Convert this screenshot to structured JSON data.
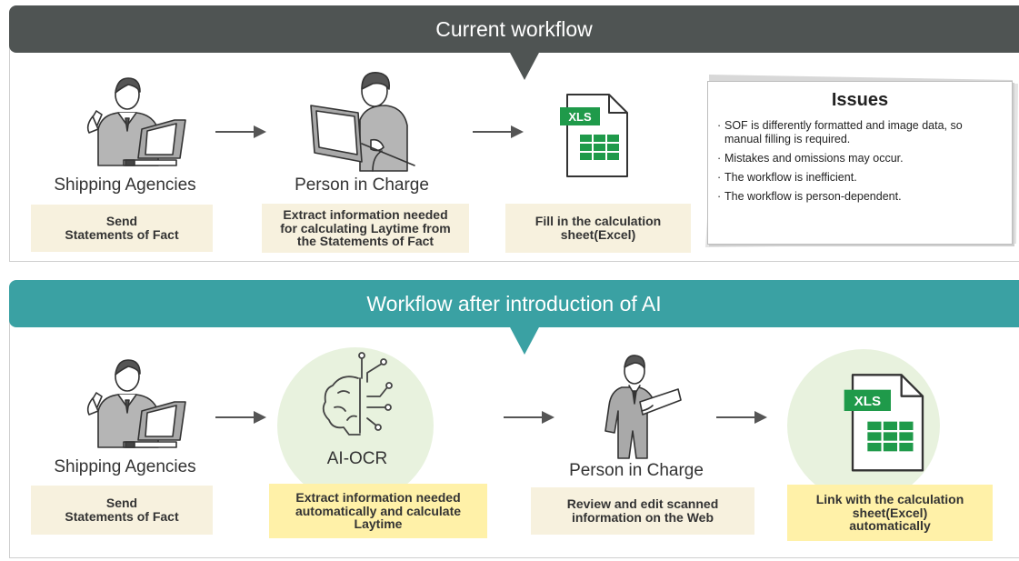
{
  "colors": {
    "current_header": "#4f5453",
    "ai_header": "#3aa1a3",
    "beige_box": "#f7f1de",
    "yellow_box": "#fff1a8",
    "circle": "#e8f2de",
    "xls_green": "#1f9a4a"
  },
  "current": {
    "title": "Current workflow",
    "steps": [
      {
        "name": "Shipping Agencies",
        "box": "Send\nStatements of Fact",
        "icon": "businessman-laptop-icon"
      },
      {
        "name": "Person in Charge",
        "box": "Extract information needed\nfor calculating Laytime from\nthe Statements of Fact",
        "icon": "person-computer-icon"
      },
      {
        "name": "",
        "box": "Fill in the calculation\nsheet(Excel)",
        "icon": "xls-file-icon"
      }
    ],
    "issues": {
      "title": "Issues",
      "items": [
        "SOF is differently formatted and image data, so manual filling is required.",
        "Mistakes and omissions may occur.",
        "The workflow is inefficient.",
        "The workflow is person-dependent."
      ]
    }
  },
  "ai": {
    "title": "Workflow after introduction of AI",
    "steps": [
      {
        "name": "Shipping Agencies",
        "box": "Send\nStatements of Fact",
        "icon": "businessman-laptop-icon"
      },
      {
        "name": "AI-OCR",
        "box": "Extract information needed\nautomatically and calculate\nLaytime",
        "icon": "brain-circuit-icon"
      },
      {
        "name": "Person in Charge",
        "box": "Review and edit scanned\ninformation on the Web",
        "icon": "person-tablet-icon"
      },
      {
        "name": "",
        "box": "Link with the calculation\nsheet(Excel)\nautomatically",
        "icon": "xls-file-icon"
      }
    ],
    "xls_label": "XLS"
  },
  "xls_label": "XLS"
}
